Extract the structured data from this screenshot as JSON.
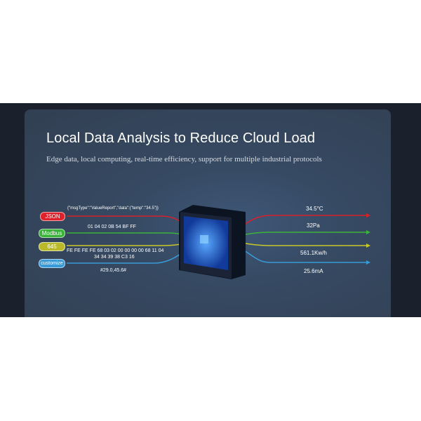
{
  "title": "Local Data Analysis to Reduce Cloud Load",
  "subtitle": "Edge data, local computing, real-time efficiency, support for multiple industrial protocols",
  "inputs": [
    {
      "label": "JSON",
      "color": "#e0202a",
      "payload": "{\"msgType\":\"ValueReport\",\"data\":{\"temp\":\"34.5\"}}"
    },
    {
      "label": "Modbus",
      "color": "#3bb33b",
      "payload": "01 04 02 0B 54 BF FF"
    },
    {
      "label": "645",
      "color": "#b9b92a",
      "payload": "FE FE FE FE 68 03 02 00 00 00 00 68 11 04",
      "payload2": "34 34 39 38 C3 16"
    },
    {
      "label": "customize",
      "color": "#3a9ad8",
      "payload": "#29.0,45.6#"
    }
  ],
  "outputs": [
    "34.5°C",
    "32Pa",
    "561.1Kw/h",
    "25.6mA"
  ]
}
